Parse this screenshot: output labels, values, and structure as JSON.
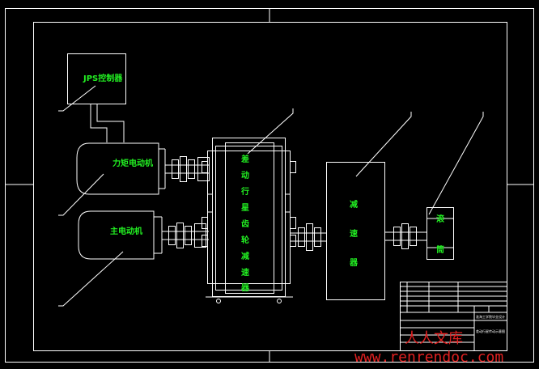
{
  "components": {
    "jps_controller": "JPS控制器",
    "auxiliary_motor": "力矩电动机",
    "main_motor": "主电动机",
    "planetary_reducer": [
      "差",
      "动",
      "行",
      "星",
      "齿",
      "轮",
      "减",
      "速",
      "器"
    ],
    "reducer": [
      "减",
      "速",
      "器"
    ],
    "drum": [
      "滚",
      "筒"
    ]
  },
  "title_block": {
    "school": "淮海工学院毕业设计",
    "drawing_name": "差动行星传动示意图"
  },
  "watermark": {
    "chinese": "人人文库",
    "url": "www.renrendoc.com"
  },
  "colors": {
    "background": "#000000",
    "line": "#ffffff",
    "label": "#22ee22",
    "watermark": "#e02020"
  }
}
